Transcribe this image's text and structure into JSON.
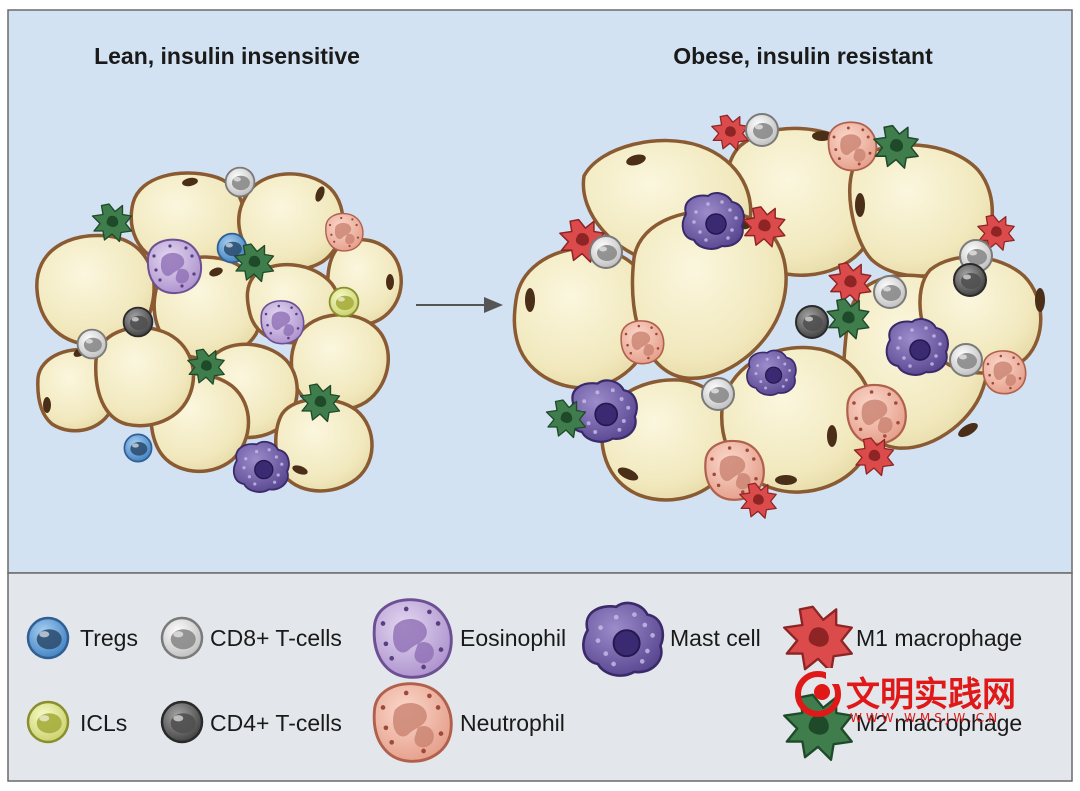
{
  "panels": {
    "lean_title": "Lean, insulin insensitive",
    "obese_title": "Obese, insulin resistant"
  },
  "legend": [
    {
      "key": "tregs",
      "label": "Tregs"
    },
    {
      "key": "cd8",
      "label": "CD8+ T-cells"
    },
    {
      "key": "eosinophil",
      "label": "Eosinophil"
    },
    {
      "key": "mast",
      "label": "Mast cell"
    },
    {
      "key": "m1",
      "label": "M1 macrophage"
    },
    {
      "key": "icl",
      "label": "ICLs"
    },
    {
      "key": "cd4",
      "label": "CD4+ T-cells"
    },
    {
      "key": "neutrophil",
      "label": "Neutrophil"
    },
    {
      "key": "m2",
      "label": "M2 macrophage"
    }
  ],
  "watermark": {
    "cn": "文明实践网",
    "url": "WWW.WMSJW.CN"
  },
  "colors": {
    "background_top": "#d3e2f2",
    "background_bottom": "#e3e6ea",
    "adipocyte_fill": "#f2ebc2",
    "adipocyte_border": "#8a5a32",
    "treg": "#5f9ed8",
    "cd8": "#d9d9d9",
    "icl": "#e3ea9a",
    "cd4": "#6d6d6d",
    "eosinophil": "#b59ad3",
    "neutrophil": "#eba995",
    "mast": "#6e5aa6",
    "m1": "#dc4b4b",
    "m2": "#3f7d4d",
    "watermark": "#e01818"
  }
}
